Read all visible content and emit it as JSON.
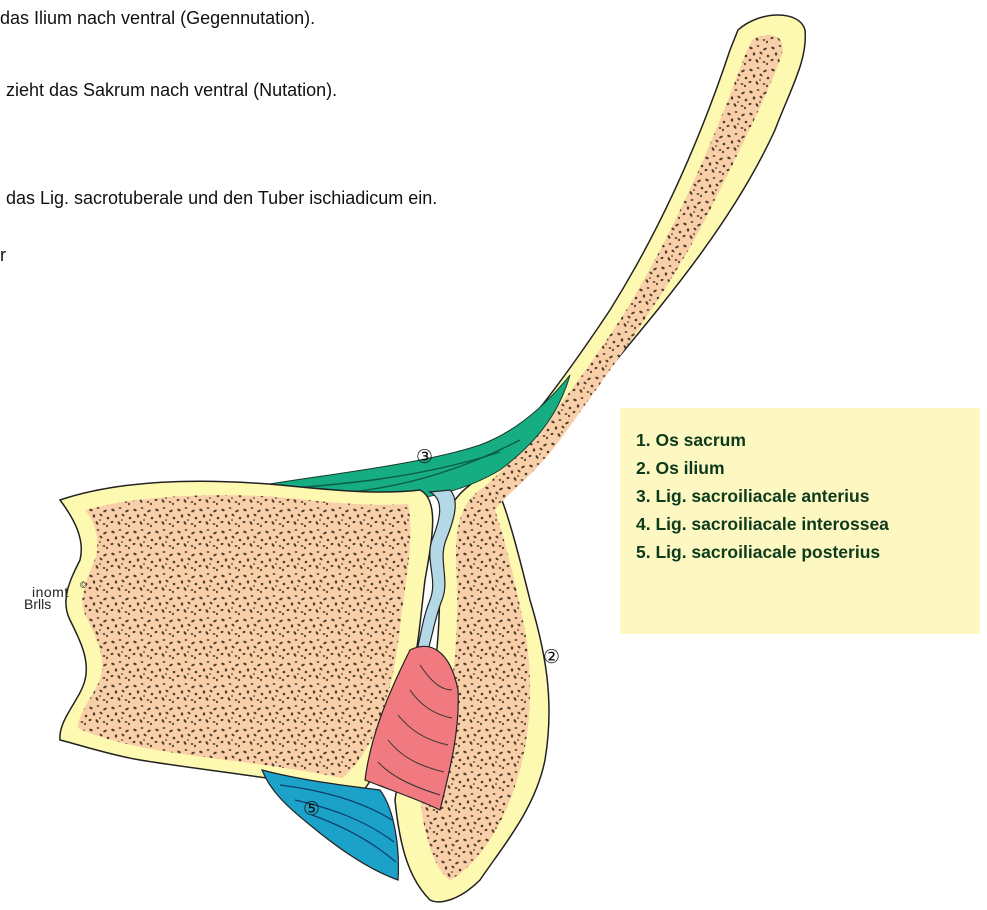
{
  "text_lines": [
    "das Ilium nach ventral (Gegennutation).",
    "zieht das Sakrum nach ventral (Nutation).",
    "das Lig. sacrotuberale und den Tuber ischiadicum ein.",
    "r"
  ],
  "legend": {
    "items": [
      "1. Os sacrum",
      "2. Os ilium",
      "3. Lig. sacroiliacale anterius",
      "4. Lig. sacroiliacale interossea",
      "5. Lig. sacroiliacale posterius"
    ]
  },
  "diagram_labels": {
    "label_2": "②",
    "label_3": "③",
    "label_5": "⑤"
  },
  "watermark": {
    "top": "inomt",
    "bottom": "Brlls",
    "copyright": "©"
  },
  "colors": {
    "bone_outer": "#fef9b0",
    "bone_inner": "#f9cfa9",
    "ligament_anterior": "#16ad82",
    "ligament_interosseous": "#f07a80",
    "ligament_posterior": "#1ca1c9",
    "joint_cleft": "#b5d8e6",
    "legend_background": "#fdf8c2"
  }
}
